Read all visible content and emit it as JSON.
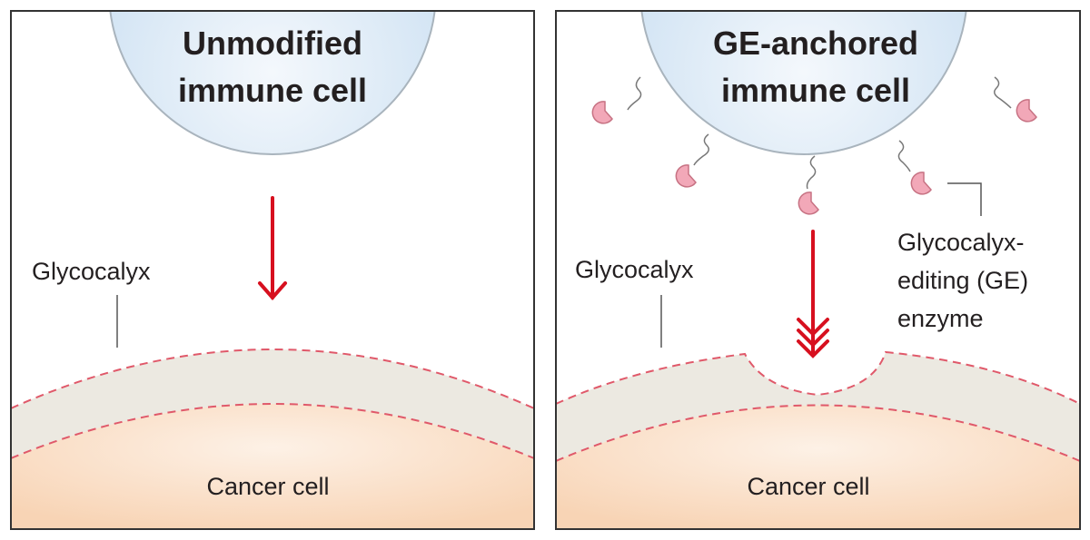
{
  "panels": [
    {
      "title_lines": [
        "Unmodified",
        "immune cell"
      ],
      "glycocalyx_label": "Glycocalyx",
      "cancer_label": "Cancer cell"
    },
    {
      "title_lines": [
        "GE-anchored",
        "immune cell"
      ],
      "glycocalyx_label": "Glycocalyx",
      "cancer_label": "Cancer cell",
      "enzyme_label_lines": [
        "Glycocalyx-",
        "editing (GE)",
        "enzyme"
      ]
    }
  ],
  "colors": {
    "immune_cell_fill": "#dbe9f6",
    "immune_cell_stroke": "#a9b4bd",
    "glycocalyx_fill": "#ece9e1",
    "cancer_fill": "#fbe2cc",
    "dashed_outline": "#e0596a",
    "arrow": "#d7101f",
    "enzyme": "#f2a8b8",
    "enzyme_stroke": "#c77283",
    "border": "#333333"
  }
}
